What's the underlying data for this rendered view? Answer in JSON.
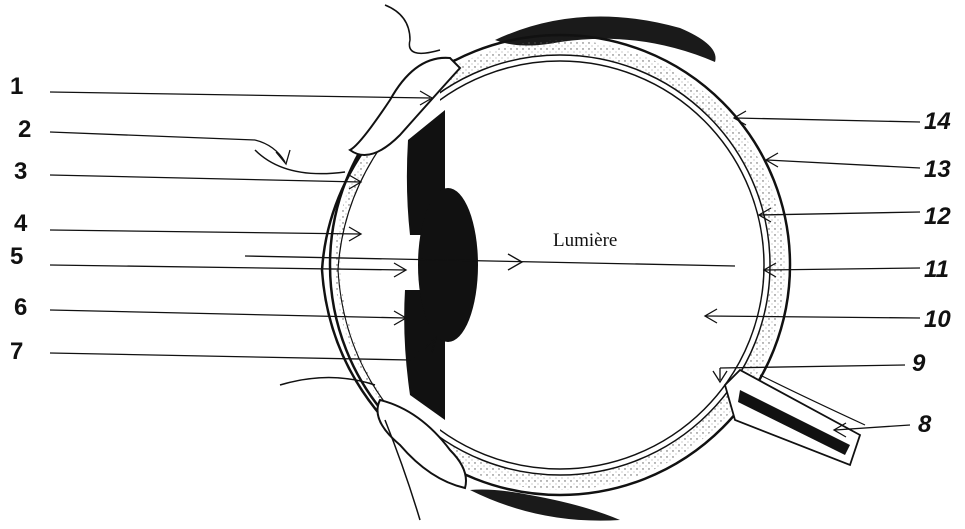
{
  "diagram": {
    "light_label": "Lumière",
    "labels_left": [
      "1",
      "2",
      "3",
      "4",
      "5",
      "6",
      "7"
    ],
    "labels_right": [
      "14",
      "13",
      "12",
      "11",
      "10",
      "9",
      "8"
    ]
  }
}
